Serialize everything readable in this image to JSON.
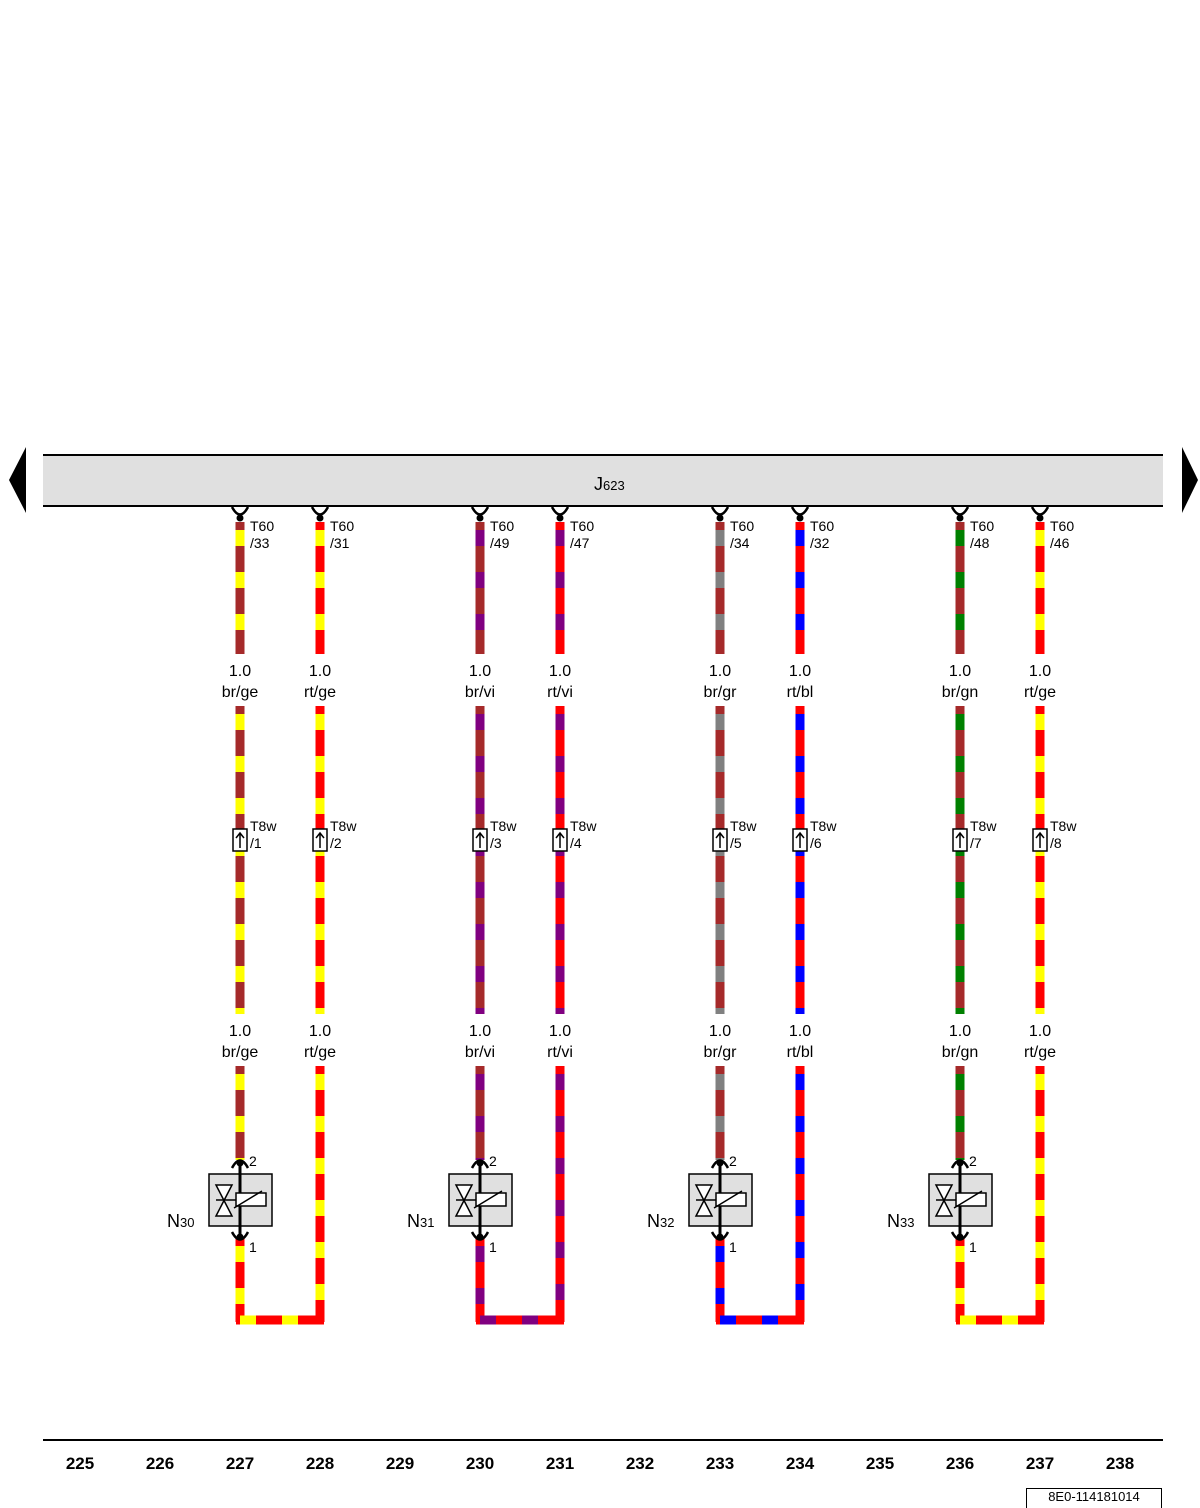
{
  "colors": {
    "br": "#a52a2a",
    "ge": "#ffff00",
    "rt": "#ff0000",
    "vi": "#800080",
    "gr": "#808080",
    "bl": "#0000ff",
    "gn": "#008000",
    "module_fill": "#e0e0e0",
    "valve_fill": "#e0e0e0"
  },
  "module": {
    "prefix": "J",
    "sub": "623"
  },
  "nav": {
    "prev": "previous-page-arrow-icon",
    "next": "next-page-arrow-icon"
  },
  "wires": [
    {
      "id": "w227",
      "col": "227",
      "conn_top": "T60",
      "pin_top": "/33",
      "size": "1.0",
      "color_code": "br/ge",
      "base": "br",
      "stripe": "ge",
      "conn_mid": "T8w",
      "pin_mid": "/1"
    },
    {
      "id": "w228",
      "col": "228",
      "conn_top": "T60",
      "pin_top": "/31",
      "size": "1.0",
      "color_code": "rt/ge",
      "base": "rt",
      "stripe": "ge",
      "conn_mid": "T8w",
      "pin_mid": "/2"
    },
    {
      "id": "w230",
      "col": "230",
      "conn_top": "T60",
      "pin_top": "/49",
      "size": "1.0",
      "color_code": "br/vi",
      "base": "br",
      "stripe": "vi",
      "conn_mid": "T8w",
      "pin_mid": "/3"
    },
    {
      "id": "w231",
      "col": "231",
      "conn_top": "T60",
      "pin_top": "/47",
      "size": "1.0",
      "color_code": "rt/vi",
      "base": "rt",
      "stripe": "vi",
      "conn_mid": "T8w",
      "pin_mid": "/4"
    },
    {
      "id": "w233",
      "col": "233",
      "conn_top": "T60",
      "pin_top": "/34",
      "size": "1.0",
      "color_code": "br/gr",
      "base": "br",
      "stripe": "gr",
      "conn_mid": "T8w",
      "pin_mid": "/5"
    },
    {
      "id": "w234",
      "col": "234",
      "conn_top": "T60",
      "pin_top": "/32",
      "size": "1.0",
      "color_code": "rt/bl",
      "base": "rt",
      "stripe": "bl",
      "conn_mid": "T8w",
      "pin_mid": "/6"
    },
    {
      "id": "w236",
      "col": "236",
      "conn_top": "T60",
      "pin_top": "/48",
      "size": "1.0",
      "color_code": "br/gn",
      "base": "br",
      "stripe": "gn",
      "conn_mid": "T8w",
      "pin_mid": "/7"
    },
    {
      "id": "w237",
      "col": "237",
      "conn_top": "T60",
      "pin_top": "/46",
      "size": "1.0",
      "color_code": "rt/ge",
      "base": "rt",
      "stripe": "ge",
      "conn_mid": "T8w",
      "pin_mid": "/8"
    }
  ],
  "valves": [
    {
      "col": "227",
      "return_col": "228",
      "prefix": "N",
      "sub": "30",
      "pin_in": "2",
      "pin_out": "1",
      "return_base": "rt",
      "return_stripe": "ge"
    },
    {
      "col": "230",
      "return_col": "231",
      "prefix": "N",
      "sub": "31",
      "pin_in": "2",
      "pin_out": "1",
      "return_base": "rt",
      "return_stripe": "vi"
    },
    {
      "col": "233",
      "return_col": "234",
      "prefix": "N",
      "sub": "32",
      "pin_in": "2",
      "pin_out": "1",
      "return_base": "rt",
      "return_stripe": "bl"
    },
    {
      "col": "236",
      "return_col": "237",
      "prefix": "N",
      "sub": "33",
      "pin_in": "2",
      "pin_out": "1",
      "return_base": "rt",
      "return_stripe": "ge"
    }
  ],
  "ruler": [
    "225",
    "226",
    "227",
    "228",
    "229",
    "230",
    "231",
    "232",
    "233",
    "234",
    "235",
    "236",
    "237",
    "238"
  ],
  "page_code": "8E0-114181014"
}
